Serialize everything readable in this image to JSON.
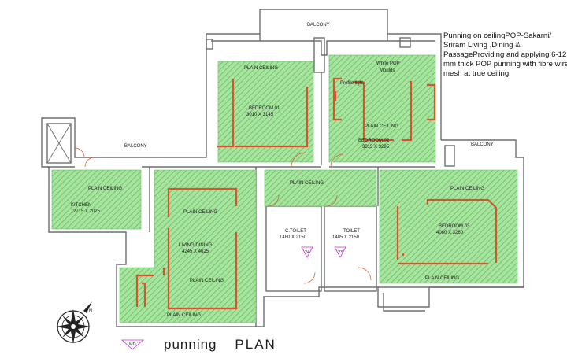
{
  "note": "Punning on ceilingPOP-Sakarni/ Sriram Living ,Dining & PassageProviding and applying 6-12 mm thick POP punning with fibre wire mesh at true ceiling.",
  "title": {
    "word1": "punning",
    "word2": "PLAN"
  },
  "balconies": {
    "top": "BALCONY",
    "left": "BALCONY",
    "right": "BALCONY"
  },
  "rooms": {
    "bedroom1": {
      "ceiling": "PLAIN    CEILING",
      "name": "BEDROOM.01",
      "size": "3010  X  3145"
    },
    "bedroom2": {
      "ceiling": "PLAIN    CEILING",
      "name": "BEDROOM.02",
      "size": "3315  X  3295",
      "moulds1": "White  POP",
      "moulds2": "Moulds",
      "profile": "Profile  light"
    },
    "kitchen": {
      "ceiling": "PLAIN    CEILING",
      "name": "KITCHEN",
      "size": "2715  X  2025"
    },
    "passage": {
      "ceiling": "PLAIN    CEILING"
    },
    "living": {
      "ceiling1": "PLAIN    CEILING",
      "name": "LIVING/DINING",
      "size": "4245  X  4625",
      "ceiling2": "PLAIN    CEILING",
      "ceiling3": "PLAIN    CEILING"
    },
    "ctoilet": {
      "name": "C.TOILET",
      "size": "1480  X  2150",
      "tag": "24"
    },
    "toilet": {
      "name": "TOILET",
      "size": "1485  X  2150",
      "tag": "23"
    },
    "bedroom3": {
      "ceiling1": "PLAIN    CEILING",
      "name": "BEDROOM.03",
      "size": "4080  X  3260",
      "ceiling2": "PLAIN    CEILING"
    }
  },
  "entry_tag": "MD",
  "north": "N",
  "colors": {
    "fill": "#a9e3a0",
    "hatch": "#5fbf5f",
    "wall": "#6e6e6e",
    "cove": "#d9532b",
    "tag": "#d42ad4"
  }
}
